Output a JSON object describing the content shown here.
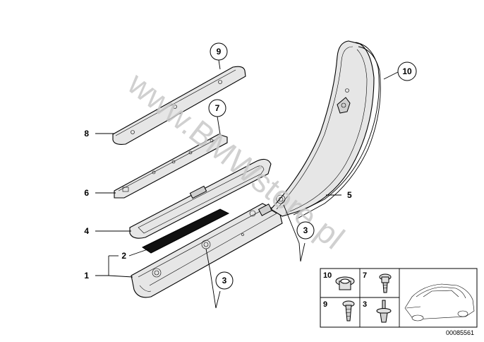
{
  "watermark": "www.BMWstore.pl",
  "callouts": {
    "c1": "1",
    "c2": "2",
    "c3a": "3",
    "c3b": "3",
    "c4": "4",
    "c5": "5",
    "c6": "6",
    "c7": "7",
    "c8": "8",
    "c9": "9",
    "c10": "10"
  },
  "inset": {
    "cell_10": "10",
    "cell_7": "7",
    "cell_9": "9",
    "cell_3": "3"
  },
  "catalog_number": "00085561"
}
